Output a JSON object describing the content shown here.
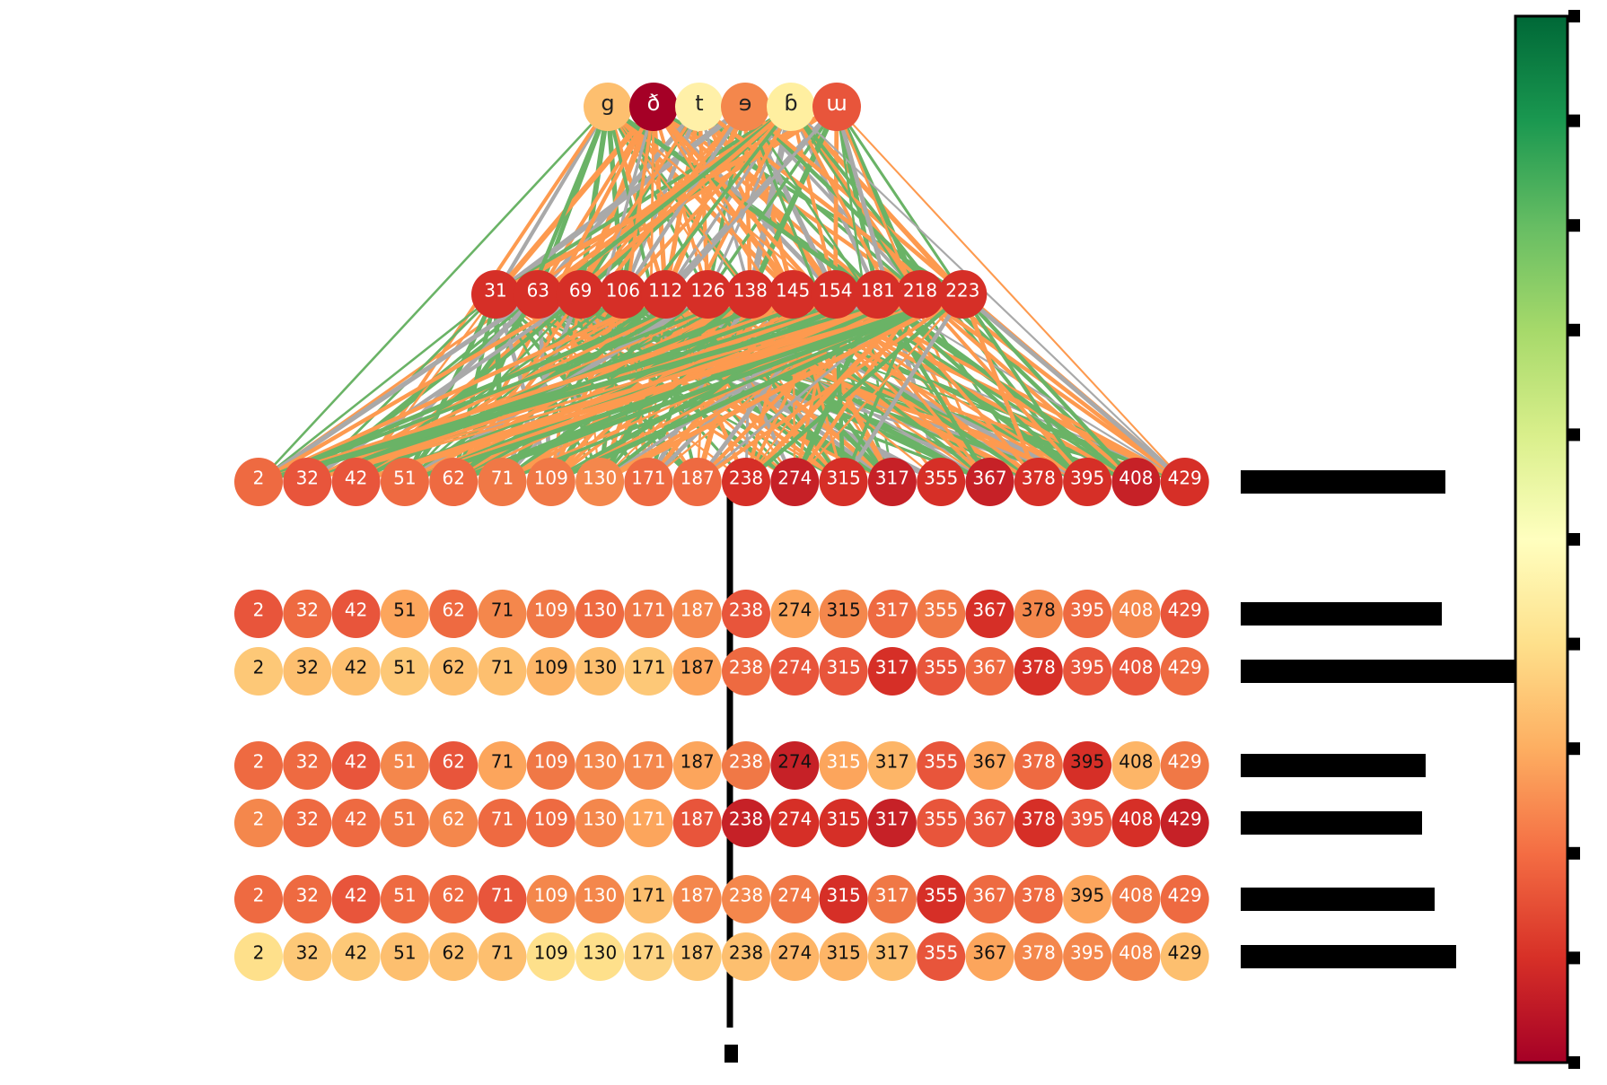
{
  "top_layer": {
    "nodes": [
      {
        "label": "g",
        "color": "#fdbf6f"
      },
      {
        "label": "ð",
        "color": "#a50026"
      },
      {
        "label": "t",
        "color": "#fff0a8"
      },
      {
        "label": "ɘ",
        "color": "#f4874c"
      },
      {
        "label": "ɓ",
        "color": "#ffefa0"
      },
      {
        "label": "ɯ",
        "color": "#e8553b"
      }
    ]
  },
  "middle_layer": {
    "nodes": [
      {
        "label": "31",
        "color": "#d62f27"
      },
      {
        "label": "63",
        "color": "#d62f27"
      },
      {
        "label": "69",
        "color": "#d62f27"
      },
      {
        "label": "106",
        "color": "#d62f27"
      },
      {
        "label": "112",
        "color": "#d62f27"
      },
      {
        "label": "126",
        "color": "#d62f27"
      },
      {
        "label": "138",
        "color": "#d62f27"
      },
      {
        "label": "145",
        "color": "#d62f27"
      },
      {
        "label": "154",
        "color": "#d62f27"
      },
      {
        "label": "181",
        "color": "#d62f27"
      },
      {
        "label": "218",
        "color": "#d62f27"
      },
      {
        "label": "223",
        "color": "#d62f27"
      }
    ]
  },
  "edge_colors": {
    "orange": "#fd9a4f",
    "green": "#6ab366",
    "grey": "#a9a9a9"
  },
  "column_labels": [
    "2",
    "32",
    "42",
    "51",
    "62",
    "71",
    "109",
    "130",
    "171",
    "187",
    "238",
    "274",
    "315",
    "317",
    "355",
    "367",
    "378",
    "395",
    "408",
    "429"
  ],
  "rows": [
    {
      "colors": [
        "#ee6a41",
        "#e8553b",
        "#e8553b",
        "#ee6a41",
        "#ee6a41",
        "#f07846",
        "#f07846",
        "#f4874c",
        "#ee6a41",
        "#ee6a41",
        "#d62f27",
        "#c62127",
        "#d62f27",
        "#c62127",
        "#d62f27",
        "#c62127",
        "#d62f27",
        "#d62f27",
        "#c62127",
        "#d62f27"
      ],
      "text": [
        "w",
        "w",
        "w",
        "w",
        "w",
        "w",
        "w",
        "w",
        "w",
        "w",
        "w",
        "w",
        "w",
        "w",
        "w",
        "w",
        "w",
        "w",
        "w",
        "w"
      ]
    },
    {
      "colors": [
        "#e8553b",
        "#ee6a41",
        "#e8553b",
        "#fca55c",
        "#ee6a41",
        "#f4874c",
        "#f07846",
        "#ee6a41",
        "#f07846",
        "#f4874c",
        "#e8553b",
        "#fca55c",
        "#f4874c",
        "#ee6a41",
        "#f07846",
        "#d62f27",
        "#f4874c",
        "#ee6a41",
        "#f4874c",
        "#e8553b"
      ],
      "text": [
        "w",
        "w",
        "w",
        "b",
        "w",
        "b",
        "w",
        "w",
        "w",
        "w",
        "w",
        "b",
        "b",
        "w",
        "w",
        "w",
        "b",
        "w",
        "w",
        "w"
      ]
    },
    {
      "colors": [
        "#fdc877",
        "#fdbf6f",
        "#fdbf6f",
        "#fdc877",
        "#fdbf6f",
        "#fdbf6f",
        "#fdb567",
        "#fdbf6f",
        "#fdc877",
        "#fca55c",
        "#ee6a41",
        "#e8553b",
        "#e8553b",
        "#d62f27",
        "#e8553b",
        "#ee6a41",
        "#d62f27",
        "#e8553b",
        "#e8553b",
        "#ee6a41"
      ],
      "text": [
        "b",
        "b",
        "b",
        "b",
        "b",
        "b",
        "b",
        "b",
        "b",
        "b",
        "w",
        "w",
        "w",
        "w",
        "w",
        "w",
        "w",
        "w",
        "w",
        "w"
      ]
    },
    {
      "colors": [
        "#ee6a41",
        "#ee6a41",
        "#e8553b",
        "#f4874c",
        "#e8553b",
        "#fca55c",
        "#f07846",
        "#f4874c",
        "#f4874c",
        "#fca55c",
        "#f07846",
        "#c62127",
        "#fca55c",
        "#fdb567",
        "#e8553b",
        "#fca55c",
        "#ee6a41",
        "#d62f27",
        "#fdb567",
        "#f07846"
      ],
      "text": [
        "w",
        "w",
        "w",
        "w",
        "w",
        "b",
        "w",
        "w",
        "w",
        "b",
        "w",
        "b",
        "w",
        "b",
        "w",
        "b",
        "w",
        "b",
        "b",
        "w"
      ]
    },
    {
      "colors": [
        "#f4874c",
        "#ee6a41",
        "#ee6a41",
        "#f07846",
        "#f4874c",
        "#ee6a41",
        "#ee6a41",
        "#f4874c",
        "#fca55c",
        "#e8553b",
        "#c62127",
        "#d62f27",
        "#d62f27",
        "#c62127",
        "#e8553b",
        "#e8553b",
        "#d62f27",
        "#e8553b",
        "#d62f27",
        "#c62127"
      ],
      "text": [
        "w",
        "w",
        "w",
        "w",
        "w",
        "w",
        "w",
        "w",
        "w",
        "w",
        "w",
        "w",
        "w",
        "w",
        "w",
        "w",
        "w",
        "w",
        "w",
        "w"
      ]
    },
    {
      "colors": [
        "#ee6a41",
        "#ee6a41",
        "#e8553b",
        "#ee6a41",
        "#ee6a41",
        "#e8553b",
        "#f4874c",
        "#f4874c",
        "#fdbf6f",
        "#f4874c",
        "#f4874c",
        "#f07846",
        "#d62f27",
        "#f07846",
        "#d62f27",
        "#ee6a41",
        "#ee6a41",
        "#fca55c",
        "#f07846",
        "#ee6a41"
      ],
      "text": [
        "w",
        "w",
        "w",
        "w",
        "w",
        "w",
        "w",
        "w",
        "b",
        "w",
        "w",
        "w",
        "w",
        "w",
        "w",
        "w",
        "w",
        "b",
        "w",
        "w"
      ]
    },
    {
      "colors": [
        "#fee08b",
        "#fdc877",
        "#fdc877",
        "#fdbf6f",
        "#fdbf6f",
        "#fdbf6f",
        "#fee08b",
        "#fee08b",
        "#fdd484",
        "#fdc877",
        "#fdbf6f",
        "#fdb567",
        "#fdb567",
        "#fdbf6f",
        "#e8553b",
        "#fca55c",
        "#f4874c",
        "#f4874c",
        "#f4874c",
        "#fdbf6f"
      ],
      "text": [
        "b",
        "b",
        "b",
        "b",
        "b",
        "b",
        "b",
        "b",
        "b",
        "b",
        "b",
        "b",
        "b",
        "b",
        "w",
        "b",
        "w",
        "w",
        "w",
        "b"
      ]
    }
  ],
  "colorbar": {
    "stops": [
      "#a50026",
      "#d73027",
      "#f46d43",
      "#fdae61",
      "#fee08b",
      "#ffffbf",
      "#d9ef8b",
      "#a6d96a",
      "#66bd63",
      "#1a9850",
      "#006837"
    ]
  }
}
